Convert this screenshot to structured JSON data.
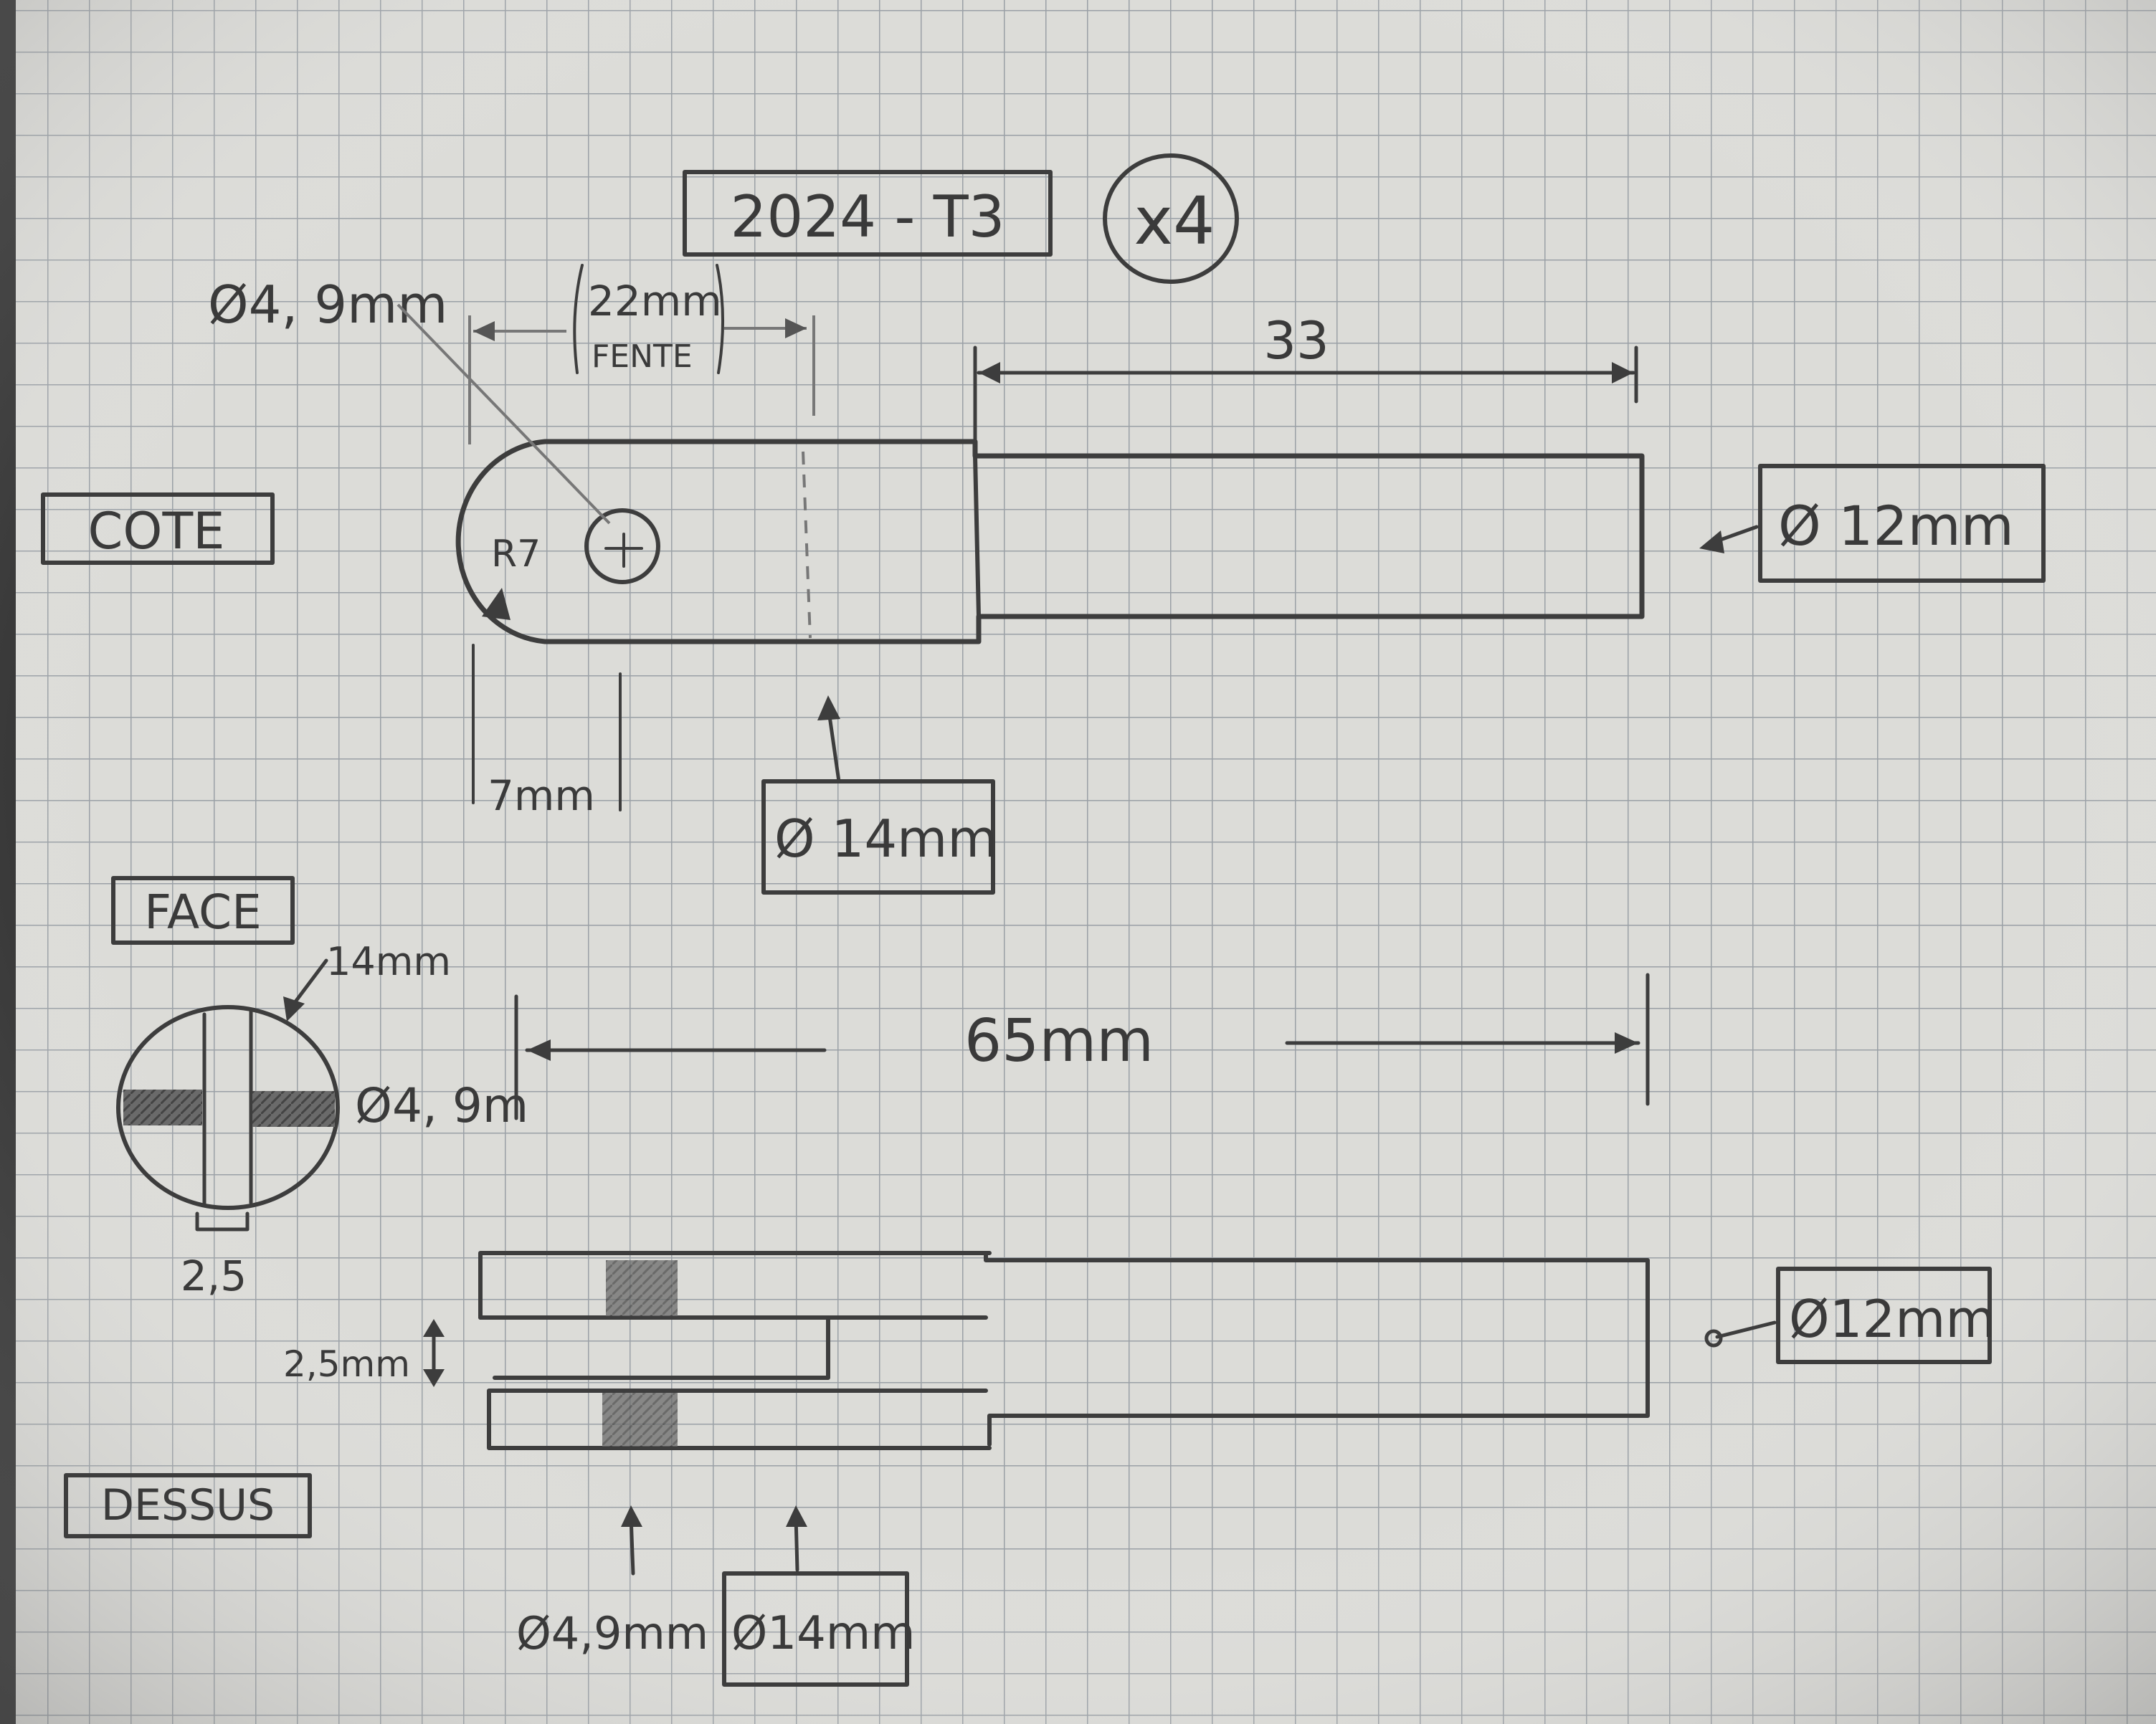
{
  "sheet": {
    "paper_color": "#dcdcd8",
    "grid_color": "#9aa0a6",
    "ink_color": "#3d3d3d"
  },
  "header": {
    "part_ref": "2024 - T3",
    "quantity": "x4"
  },
  "views": {
    "side": {
      "title": "COTE",
      "hole_diameter": "Ø4, 9mm",
      "slot_length_value": "22mm",
      "slot_length_label": "FENTE",
      "length_right": "33",
      "radius": "R7",
      "offset": "7mm",
      "shaft_diameter": "Ø 12mm",
      "head_diameter": "Ø 14mm"
    },
    "front": {
      "title": "FACE",
      "outer_diameter": "14mm",
      "hole_diameter": "Ø4, 9m",
      "slot_width": "2,5"
    },
    "overall": {
      "total_length": "65mm"
    },
    "top": {
      "title": "DESSUS",
      "slot_width": "2,5mm",
      "shaft_diameter": "Ø12mm",
      "hole_diameter": "Ø4,9mm",
      "head_diameter": "Ø14mm"
    }
  }
}
